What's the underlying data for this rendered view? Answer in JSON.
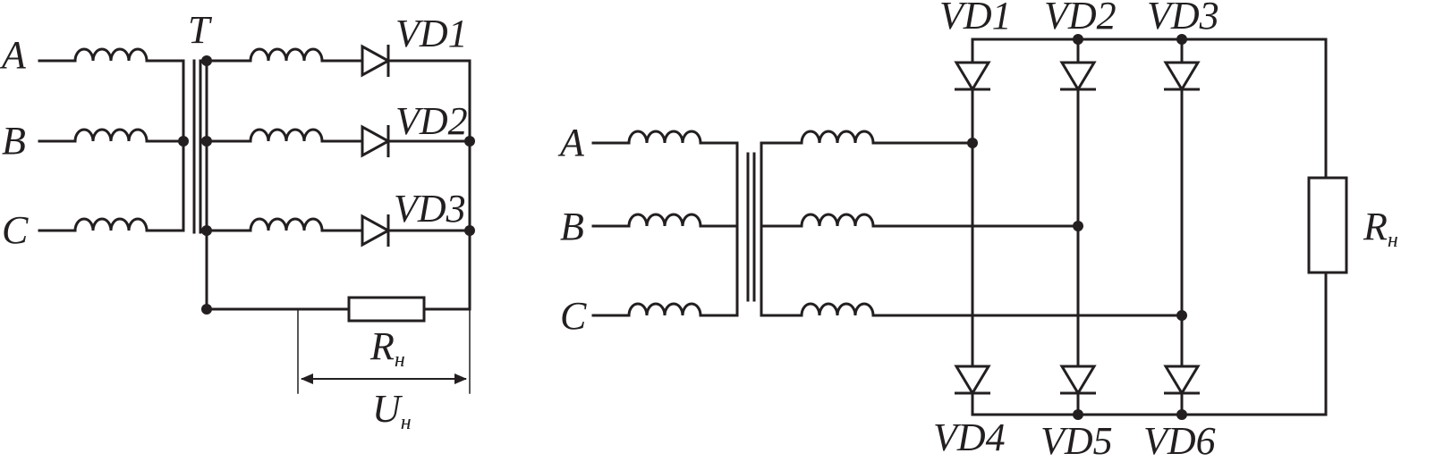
{
  "left_circuit": {
    "phase_labels": [
      "A",
      "B",
      "C"
    ],
    "transformer_label": "T",
    "diode_labels": [
      "VD1",
      "VD2",
      "VD3"
    ],
    "load": {
      "symbol": "R",
      "subscript": "н"
    },
    "voltage": {
      "symbol": "U",
      "subscript": "н"
    }
  },
  "right_circuit": {
    "phase_labels": [
      "A",
      "B",
      "C"
    ],
    "top_diode_labels": [
      "VD1",
      "VD2",
      "VD3"
    ],
    "bottom_diode_labels": [
      "VD4",
      "VD5",
      "VD6"
    ],
    "load": {
      "symbol": "R",
      "subscript": "н"
    }
  },
  "colors": {
    "line": "#231f20",
    "background": "#ffffff"
  }
}
